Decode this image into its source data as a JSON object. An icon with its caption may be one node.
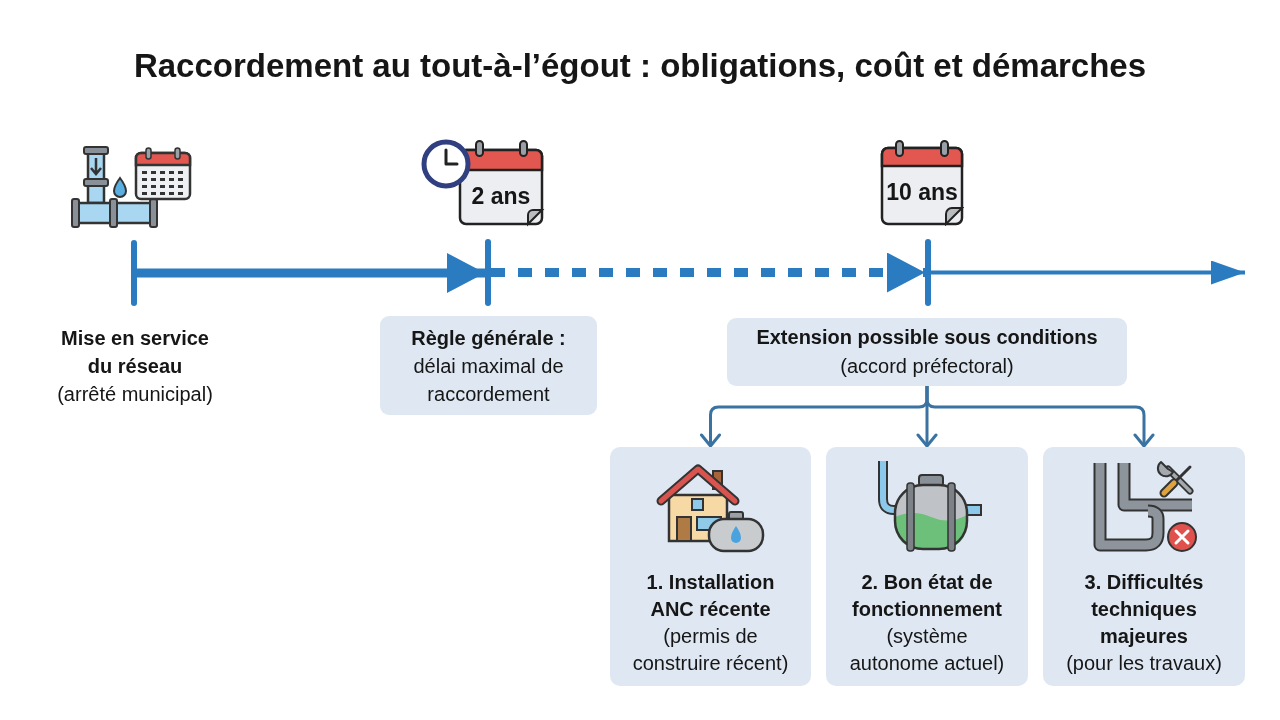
{
  "diagram": {
    "title": "Raccordement au tout-à-l’égout : obligations, coût et démarches",
    "nodes": [
      {
        "text": [],
        "shape": "bar",
        "beside": [
          "Mise en service du réseau",
          "(arrêté municipal)"
        ]
      },
      {
        "text": [
          "2 ans"
        ]
      },
      {
        "text": [],
        "shape": "bar"
      },
      {
        "text": [
          "Règle générale :",
          "délai maximal de raccordement"
        ]
      },
      {
        "text": [
          "10 ans"
        ]
      },
      {
        "text": [],
        "shape": "bar"
      },
      {
        "text": [
          "Extension possible sous conditions",
          "(accord préfectoral)"
        ]
      },
      {
        "text": [
          "1. Installation ANC récente",
          "(permis de construire récent)"
        ]
      },
      {
        "text": [
          "2. Bon état de fonctionnement",
          "(système autonome actuel)"
        ]
      },
      {
        "text": [
          "3. Difficultés techniques majeures",
          "(pour les travaux)"
        ]
      }
    ],
    "edges": [
      {
        "from": 0,
        "to": 2,
        "arrow": "to",
        "style": "thick"
      },
      {
        "from": 2,
        "to": 5,
        "arrow": "to",
        "style": "dashed"
      },
      {
        "from": 5,
        "to": null,
        "arrow": "to"
      },
      {
        "from": 6,
        "to": 7,
        "arrow": "to",
        "color": "#3a73a1"
      },
      {
        "from": 6,
        "to": 8,
        "arrow": "to",
        "color": "#3a73a1"
      },
      {
        "from": 6,
        "to": 9,
        "arrow": "to",
        "color": "#3a73a1"
      }
    ]
  }
}
